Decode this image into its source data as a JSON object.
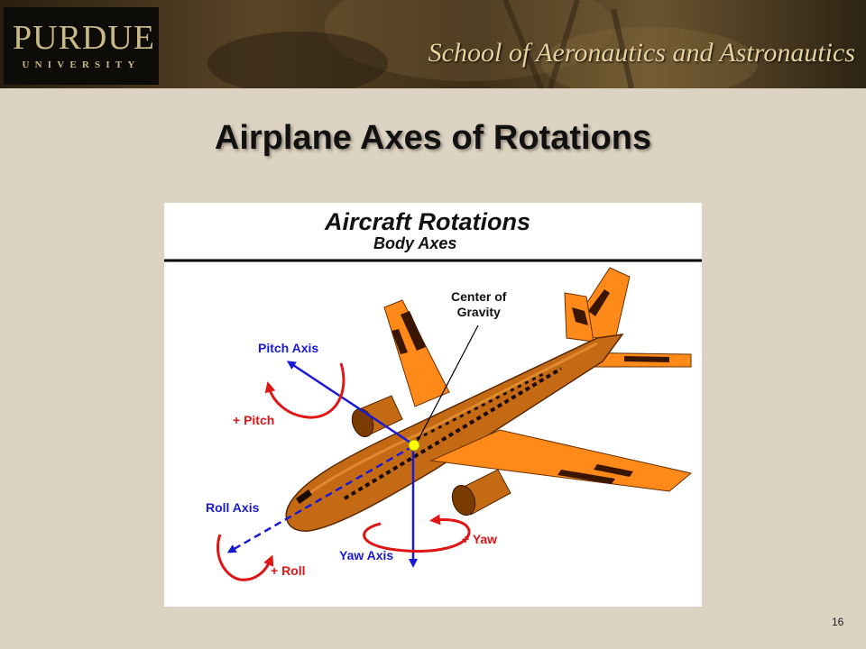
{
  "header": {
    "logo_name": "PURDUE",
    "logo_sub": "UNIVERSITY",
    "school": "School of Aeronautics and Astronautics"
  },
  "slide": {
    "title": "Airplane Axes of Rotations",
    "page_number": "16"
  },
  "figure": {
    "title": "Aircraft  Rotations",
    "subtitle": "Body  Axes",
    "labels": {
      "center_of_gravity_line1": "Center of",
      "center_of_gravity_line2": "Gravity",
      "pitch_axis": "Pitch Axis",
      "pitch_rotation": "+ Pitch",
      "roll_axis": "Roll  Axis",
      "roll_rotation": "+ Roll",
      "yaw_axis": "Yaw Axis",
      "yaw_rotation": "+ Yaw"
    },
    "colors": {
      "axis": "#1a1ad6",
      "rotation": "#e01515",
      "airframe": "#c46a14",
      "airframe_light": "#ff8a1a",
      "center_of_gravity": "#ffff00"
    }
  }
}
